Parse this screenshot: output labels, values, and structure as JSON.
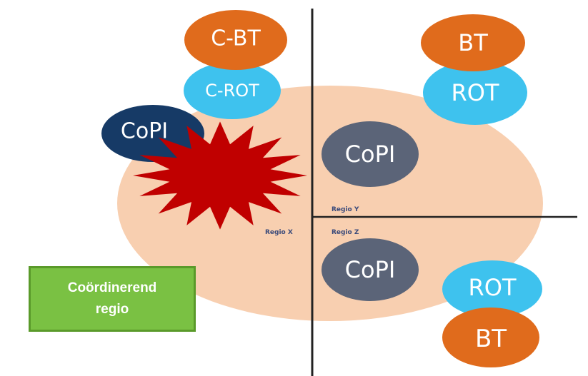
{
  "colors": {
    "region_fill": "#f8cfb0",
    "bt_orange": "#e06b1c",
    "rot_cyan": "#3ec2ee",
    "copi_slate": "#5b6478",
    "copi_navy": "#163a66",
    "incident_red": "#c00000",
    "legend_green": "#7ac143"
  },
  "nodes": {
    "c_bt": "C-BT",
    "c_rot": "C-ROT",
    "copi_incident": "CoPI",
    "bt_top": "BT",
    "rot_top": "ROT",
    "copi_center": "CoPI",
    "copi_lower": "CoPI",
    "rot_bottom": "ROT",
    "bt_bottom": "BT"
  },
  "regions": {
    "x": "Regio X",
    "y": "Regio Y",
    "z": "Regio Z"
  },
  "legend": {
    "label": "Coördinerend regio"
  },
  "icons": {
    "incident": "explosion-star-icon"
  }
}
